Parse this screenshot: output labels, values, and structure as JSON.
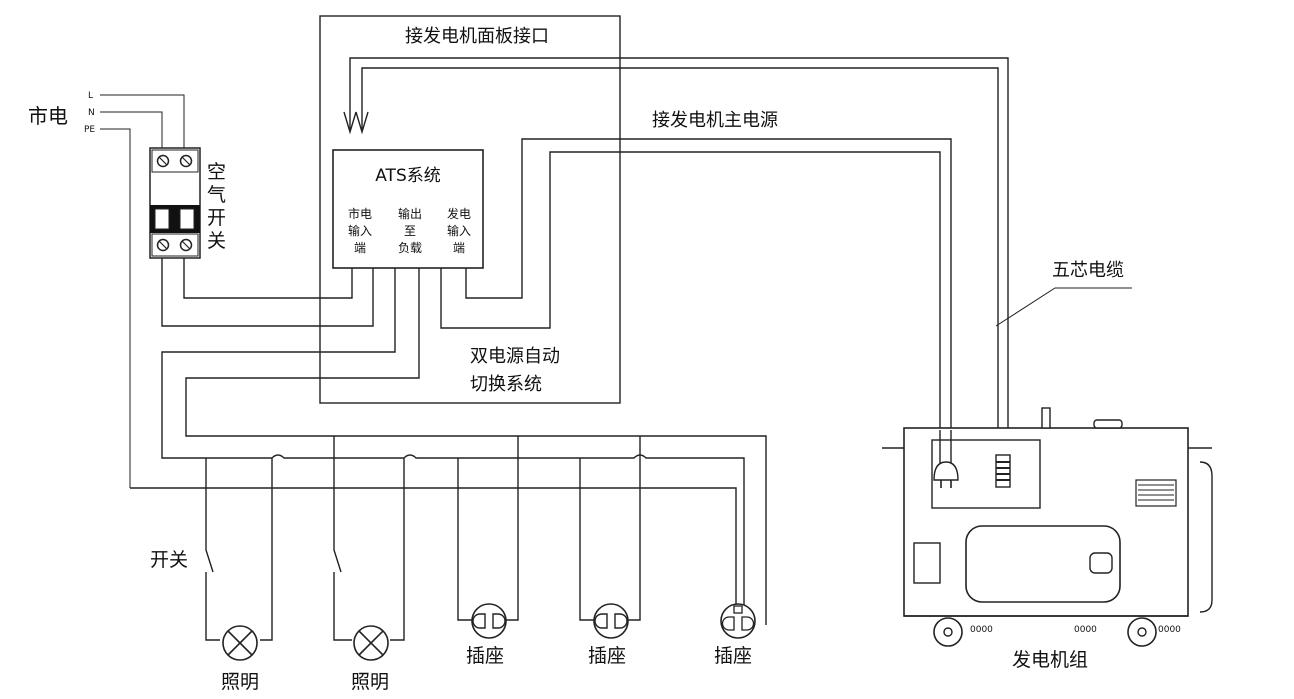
{
  "mains": {
    "label": "市电",
    "lines": [
      "L",
      "N",
      "PE"
    ]
  },
  "breaker": {
    "label": [
      "空",
      "气",
      "开",
      "关"
    ]
  },
  "panel_interface": {
    "label": "接发电机面板接口"
  },
  "main_power": {
    "label": "接发电机主电源"
  },
  "ats": {
    "title": "ATS系统",
    "ports": [
      [
        "市电",
        "输入",
        "端"
      ],
      [
        "输出",
        "至",
        "负载"
      ],
      [
        "发电",
        "输入",
        "端"
      ]
    ]
  },
  "ats_system_label": [
    "双电源自动",
    "切换系统"
  ],
  "cable": {
    "label": "五芯电缆"
  },
  "generator": {
    "label": "发电机组"
  },
  "switch_label": "开关",
  "loads": [
    {
      "type": "lamp",
      "label": "照明"
    },
    {
      "type": "lamp",
      "label": "照明"
    },
    {
      "type": "socket2",
      "label": "插座"
    },
    {
      "type": "socket2",
      "label": "插座"
    },
    {
      "type": "socket3",
      "label": "插座"
    }
  ]
}
